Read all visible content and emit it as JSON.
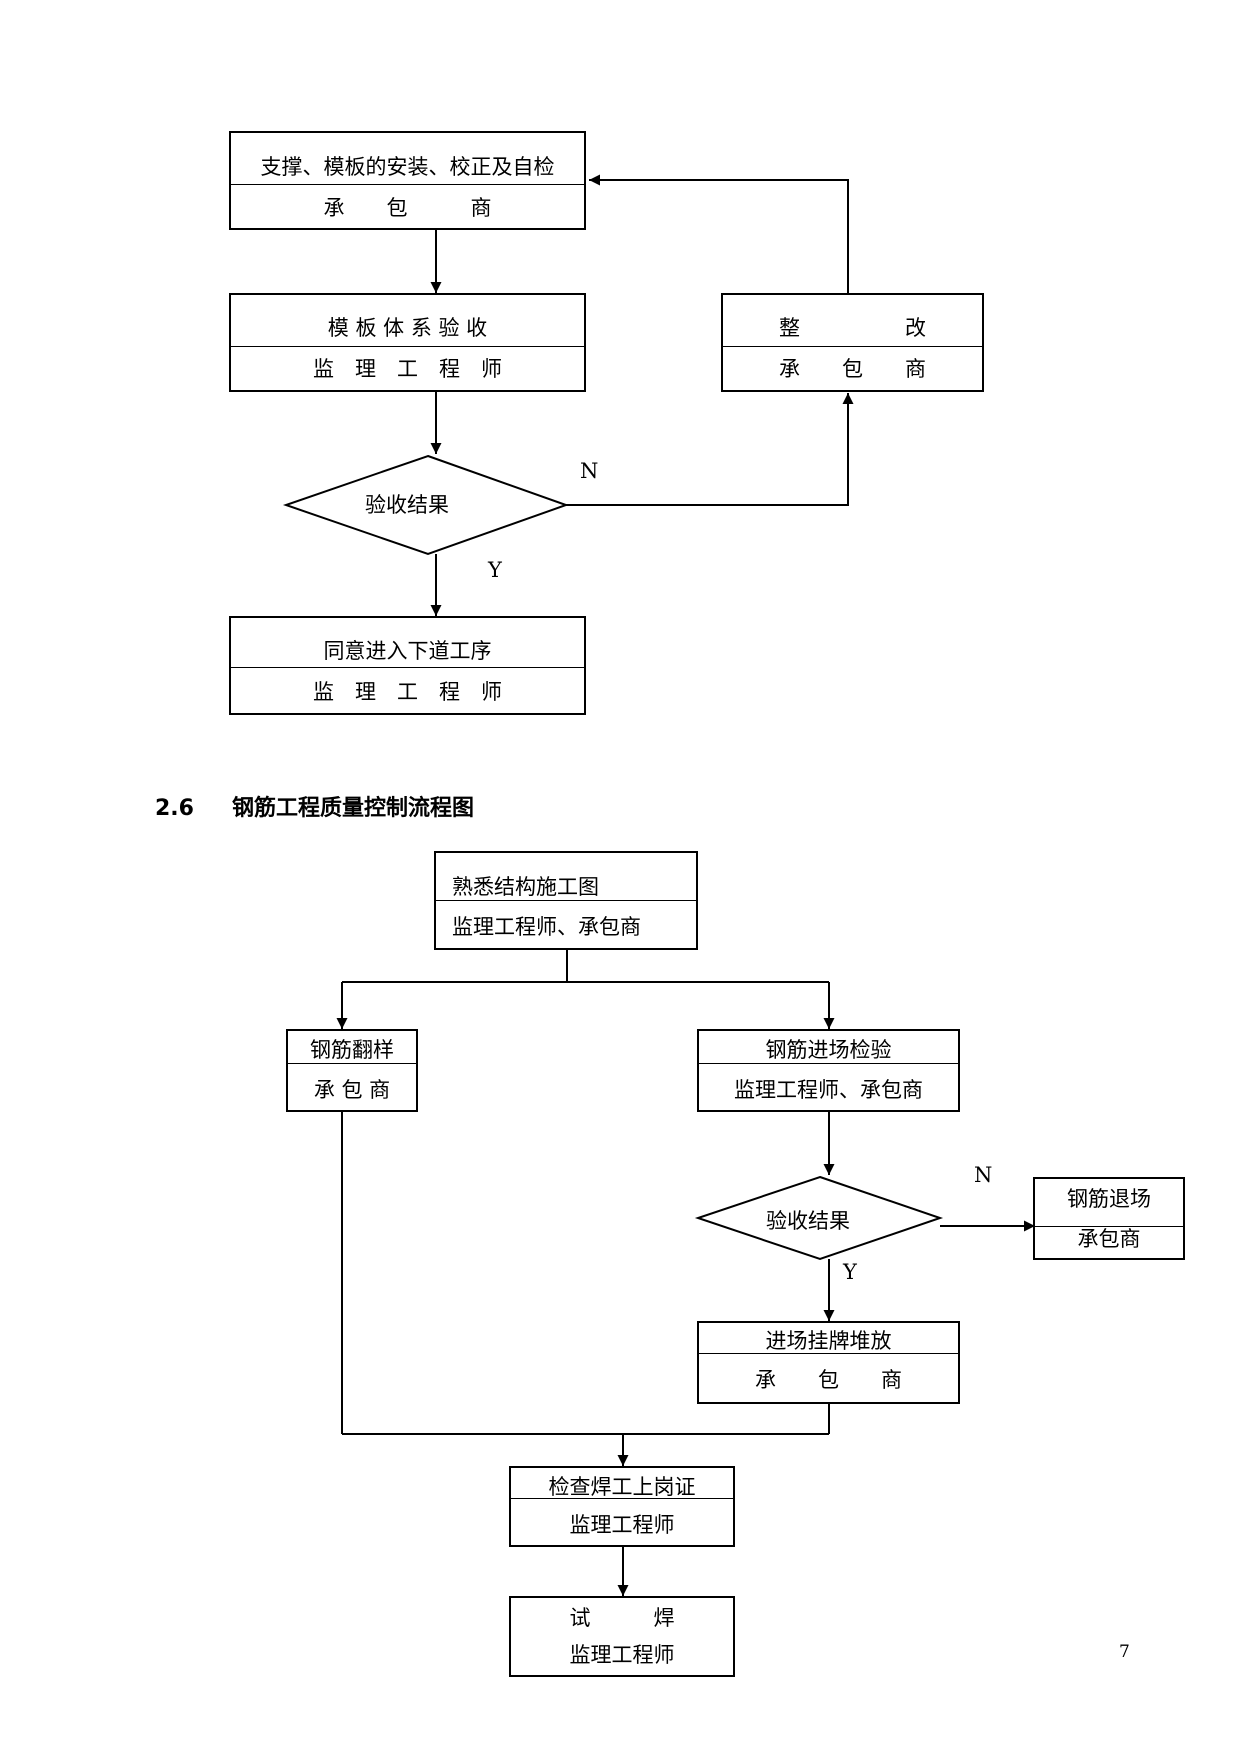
{
  "diagram1": {
    "box_install": {
      "title": "支撑、模板的安装、校正及自检",
      "role": "承　　包　　　商"
    },
    "box_accept": {
      "title": "模 板 体 系 验 收",
      "role": "监　理　工　程　师"
    },
    "box_rectify": {
      "title": "整　　　　　改",
      "role": "承　　包　　商"
    },
    "decision": "验收结果",
    "label_n": "N",
    "label_y": "Y",
    "box_next": {
      "title": "同意进入下道工序",
      "role": "监　理　工　程　师"
    }
  },
  "section": {
    "number": "2.6",
    "title": "钢筋工程质量控制流程图"
  },
  "diagram2": {
    "box_familiar": {
      "title": "熟悉结构施工图",
      "role": "监理工程师、承包商"
    },
    "box_sample": {
      "title": "钢筋翻样",
      "role": "承 包 商"
    },
    "box_inspect": {
      "title": "钢筋进场检验",
      "role": "监理工程师、承包商"
    },
    "decision": "验收结果",
    "label_n": "N",
    "label_y": "Y",
    "box_return": {
      "title": "钢筋退场",
      "role": "承包商"
    },
    "box_stack": {
      "title": "进场挂牌堆放",
      "role": "承　　包　　商"
    },
    "box_welder": {
      "title": "检查焊工上岗证",
      "role": "监理工程师"
    },
    "box_trial": {
      "title": "试　　　焊",
      "role": "监理工程师"
    }
  },
  "page_number": "7"
}
